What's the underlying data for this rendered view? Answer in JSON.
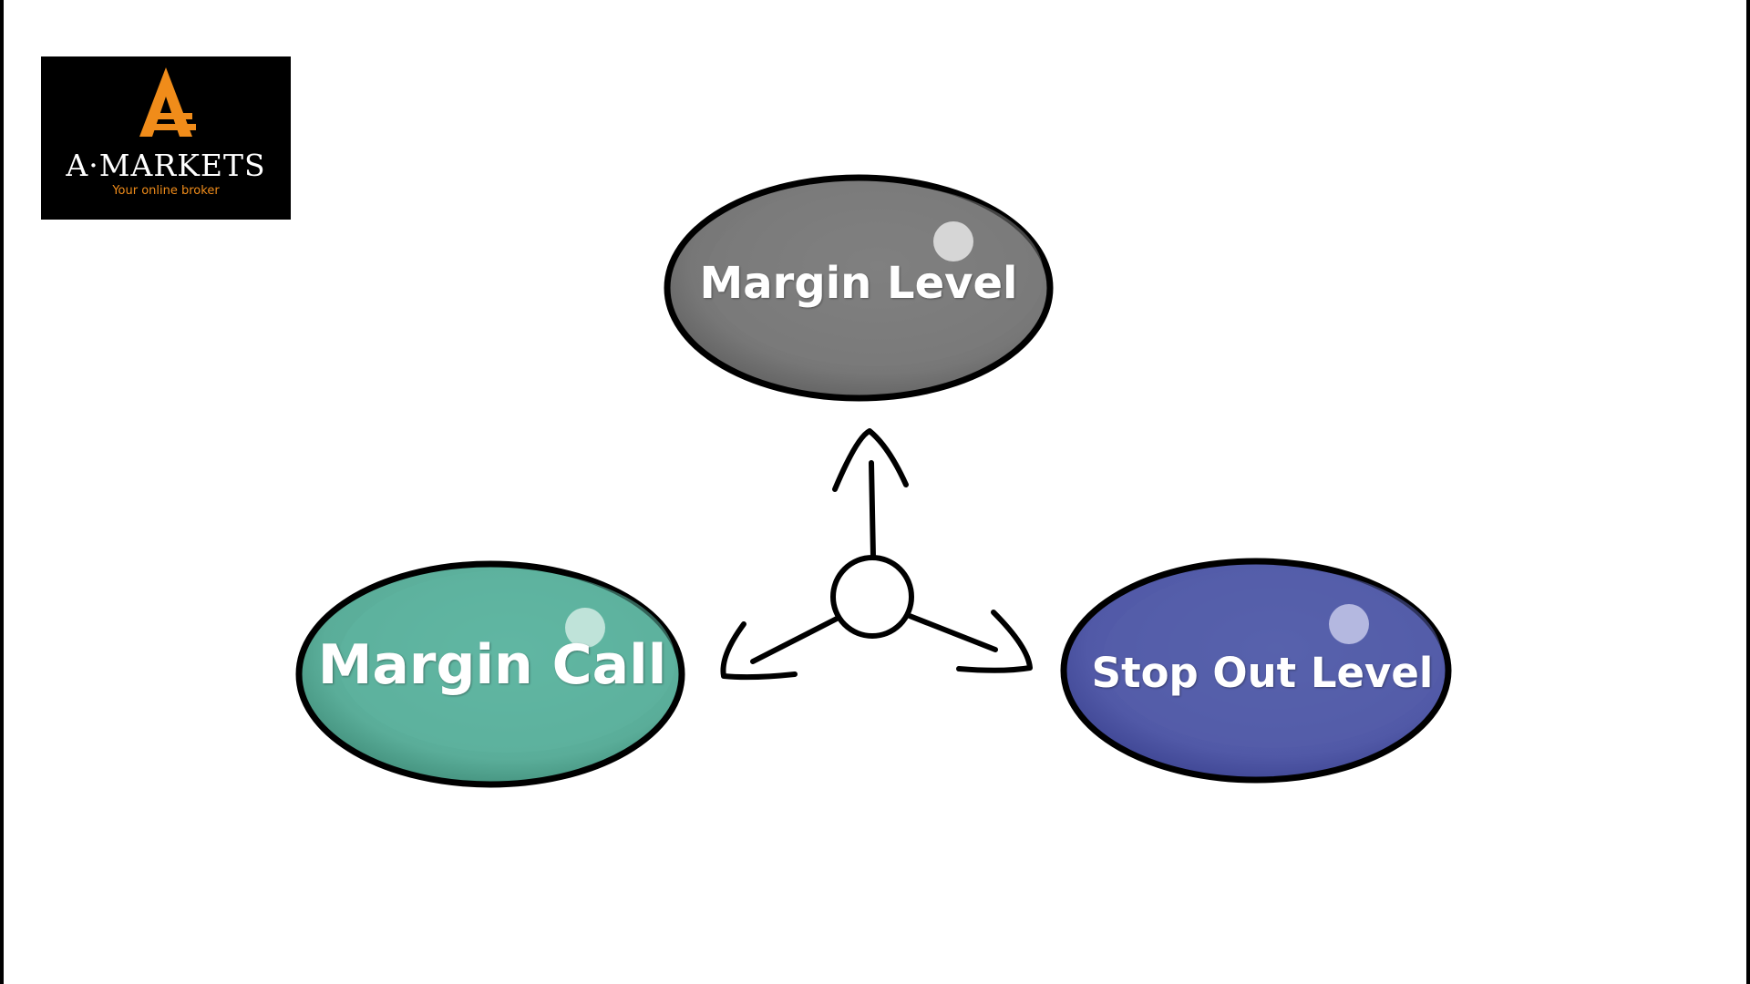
{
  "logo": {
    "wordmark": "A·MARKETS",
    "tagline": "Your online broker",
    "icon": "a-markets-logo-icon",
    "colors": {
      "background": "#000000",
      "accent": "#f08c1a",
      "text": "#ffffff"
    }
  },
  "diagram": {
    "nodes": [
      {
        "id": "margin-level",
        "label": "Margin Level",
        "color": "#7a7a7a"
      },
      {
        "id": "margin-call",
        "label": "Margin Call",
        "color": "#5db4a0"
      },
      {
        "id": "stop-out-level",
        "label": "Stop Out Level",
        "color": "#5560aa"
      }
    ],
    "hub_icon": "three-way-arrow-icon",
    "edges": [
      {
        "from": "hub",
        "to": "margin-level"
      },
      {
        "from": "hub",
        "to": "margin-call"
      },
      {
        "from": "hub",
        "to": "stop-out-level"
      }
    ]
  }
}
